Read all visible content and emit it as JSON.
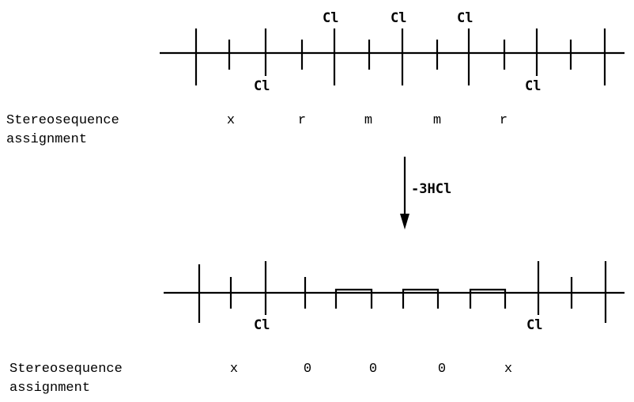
{
  "top_chain": {
    "substituents_above": [
      "Cl",
      "Cl",
      "Cl"
    ],
    "substituents_below": [
      "Cl",
      "Cl"
    ]
  },
  "top_assignment": {
    "label_line1": "Stereosequence",
    "label_line2": "assignment",
    "symbols": [
      "x",
      "r",
      "m",
      "m",
      "r"
    ]
  },
  "reaction": {
    "label": "-3HCl"
  },
  "bottom_chain": {
    "substituents_below": [
      "Cl",
      "Cl"
    ]
  },
  "bottom_assignment": {
    "label_line1": "Stereosequence",
    "label_line2": "assignment",
    "symbols": [
      "x",
      "0",
      "0",
      "0",
      "x"
    ]
  }
}
